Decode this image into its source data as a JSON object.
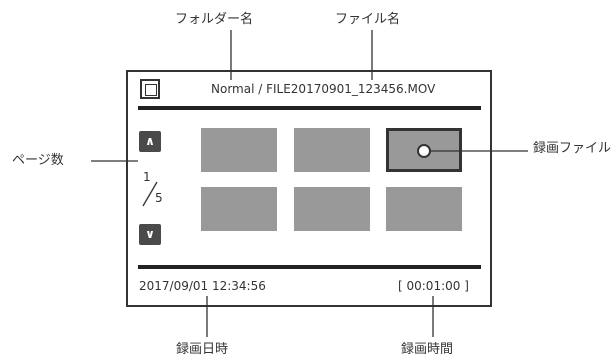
{
  "callouts": {
    "folder_name": "フォルダー名",
    "file_name": "ファイル名",
    "recorded_file": "録画ファイル",
    "page_count": "ページ数",
    "record_datetime": "録画日時",
    "record_duration": "録画時間"
  },
  "screen": {
    "header": "Normal / FILE20170901_123456.MOV",
    "page": {
      "current": "1",
      "total": "5"
    },
    "nav": {
      "up": "∧",
      "down": "∨"
    },
    "footer": {
      "datetime": "2017/09/01 12:34:56",
      "duration": "[ 00:01:00 ]"
    },
    "thumbnail_count": 6,
    "selected_thumbnail": 3
  },
  "colors": {
    "line": "#333333",
    "thumbnail": "#999999",
    "button": "#4a4a4a"
  },
  "icons": [
    "folder-icon",
    "play-dot-icon"
  ]
}
